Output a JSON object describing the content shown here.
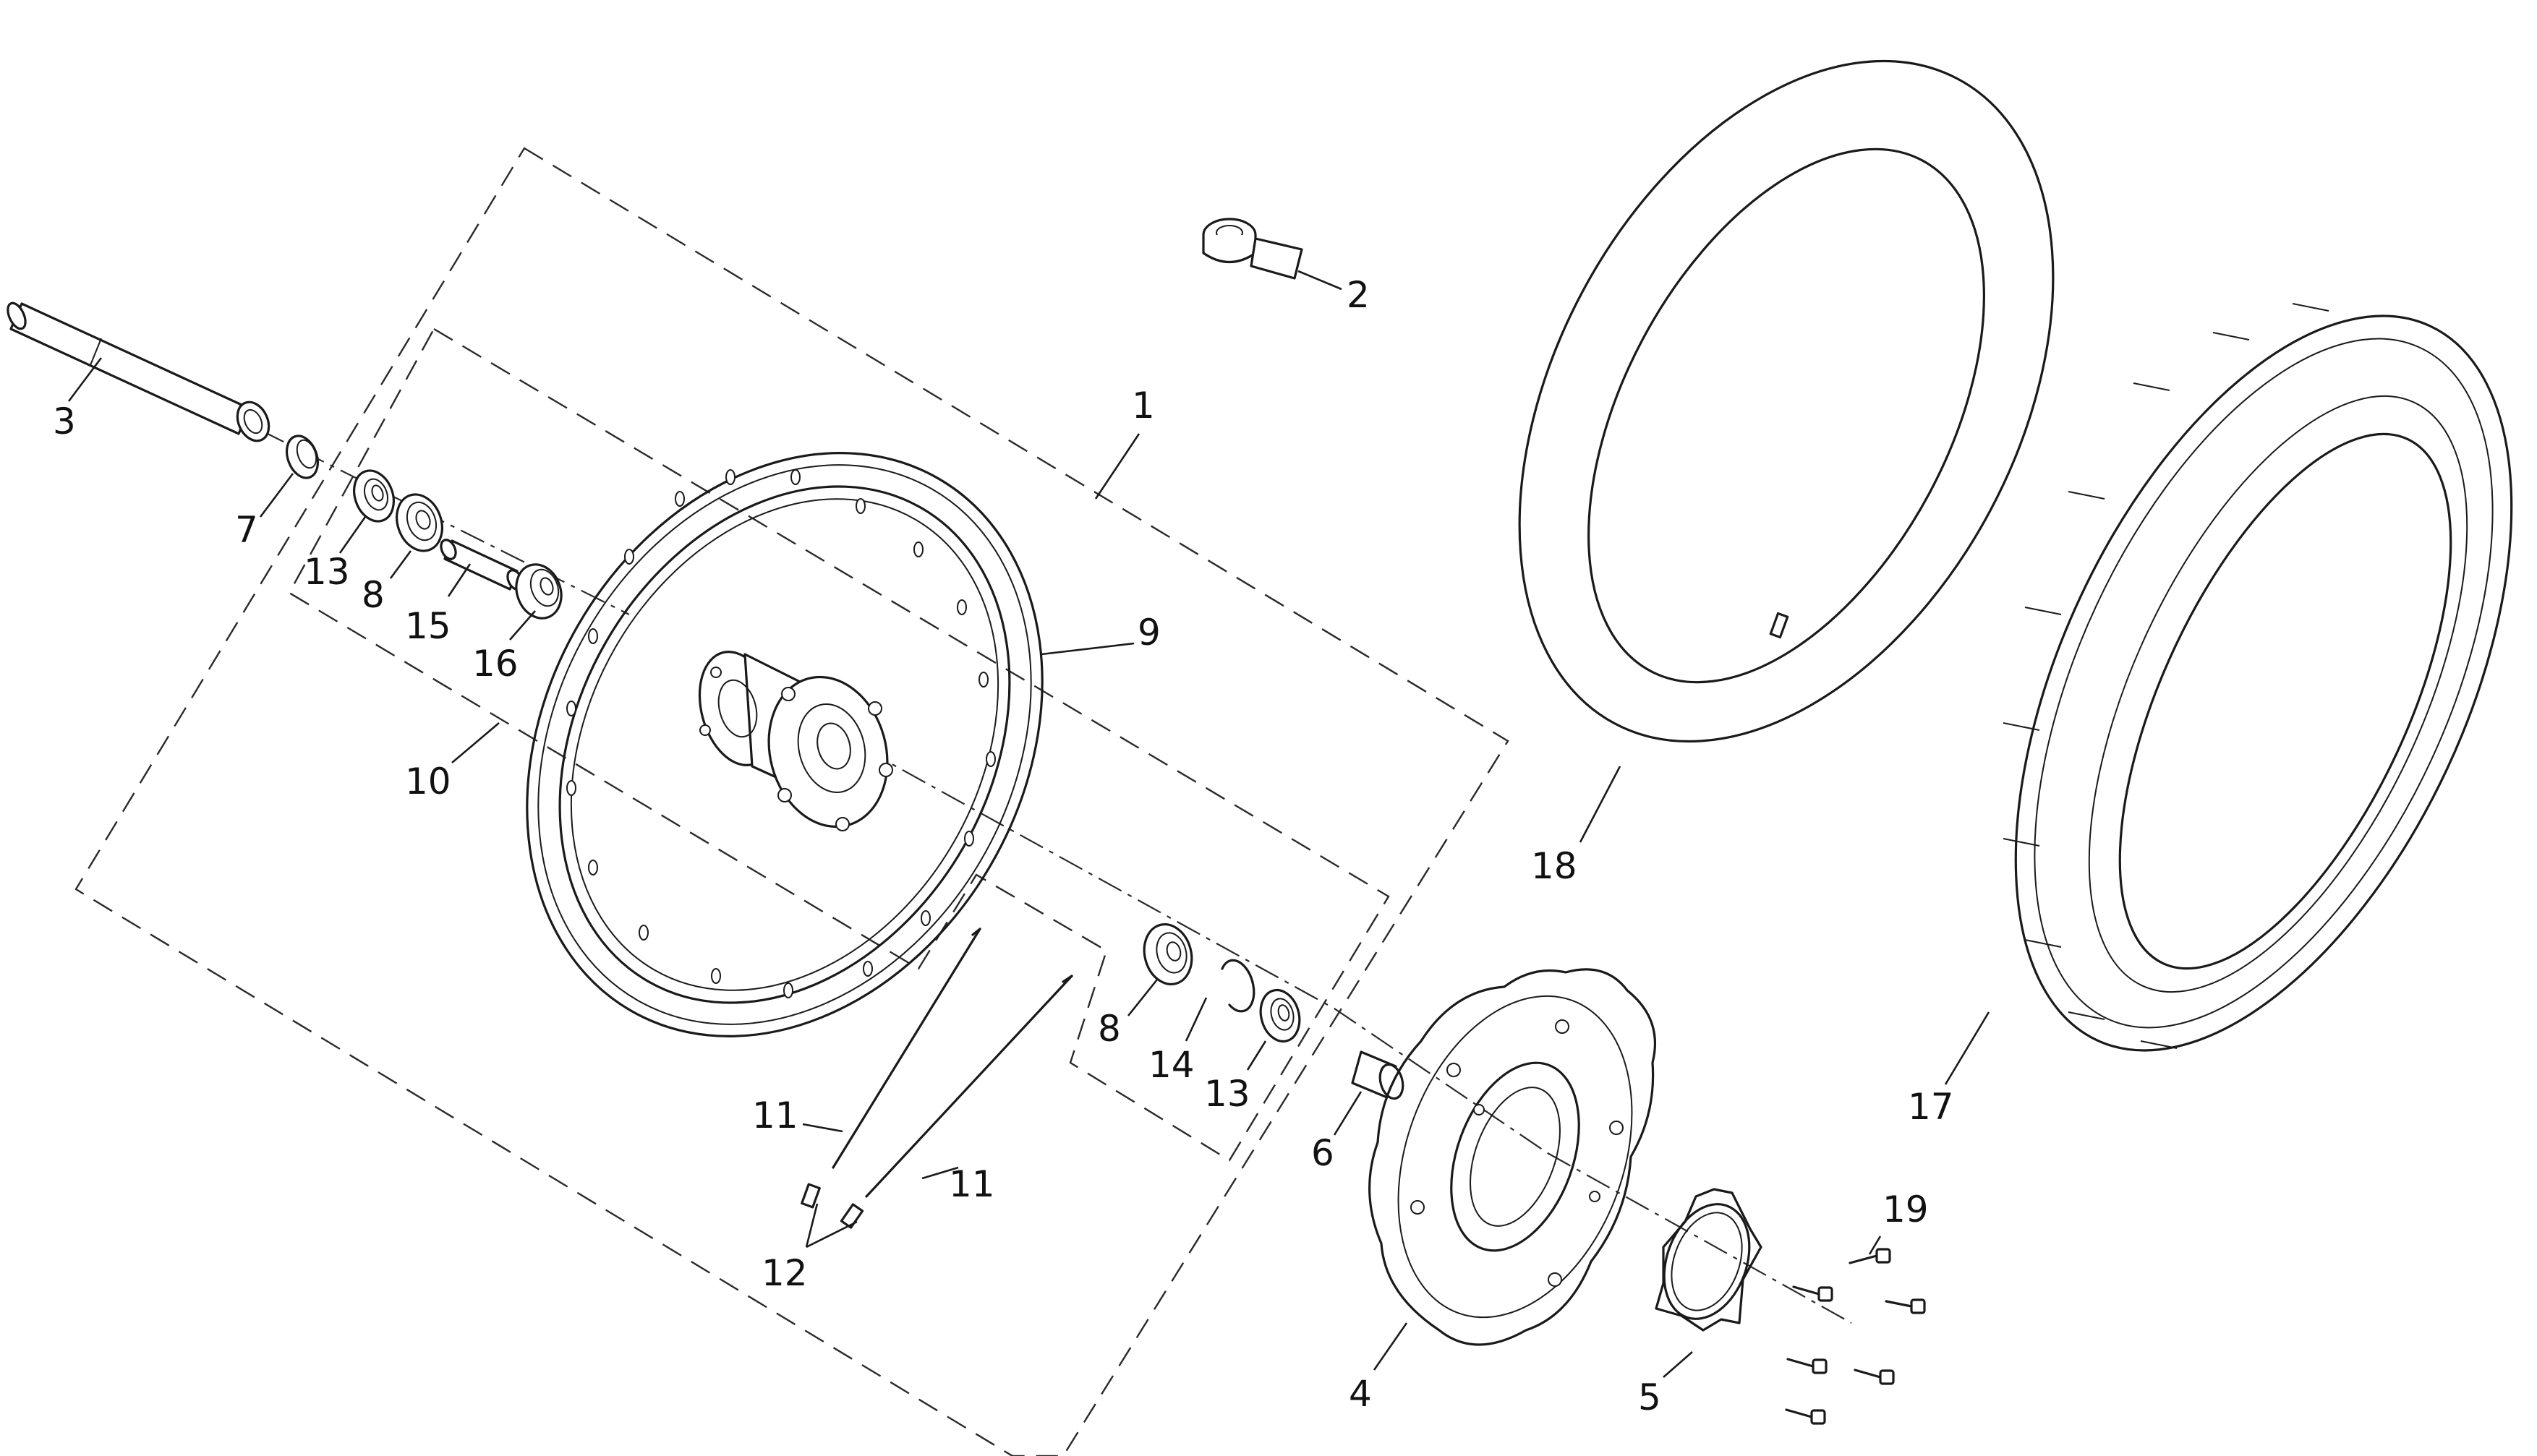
{
  "callouts": {
    "c1": "1",
    "c2": "2",
    "c3": "3",
    "c4": "4",
    "c5": "5",
    "c6": "6",
    "c7": "7",
    "c8a": "8",
    "c8b": "8",
    "c9": "9",
    "c10": "10",
    "c11a": "11",
    "c11b": "11",
    "c12": "12",
    "c13a": "13",
    "c13b": "13",
    "c14": "14",
    "c15": "15",
    "c16": "16",
    "c17": "17",
    "c18": "18",
    "c19": "19"
  },
  "colors": {
    "line": "#1a1a1a",
    "background": "#ffffff"
  }
}
